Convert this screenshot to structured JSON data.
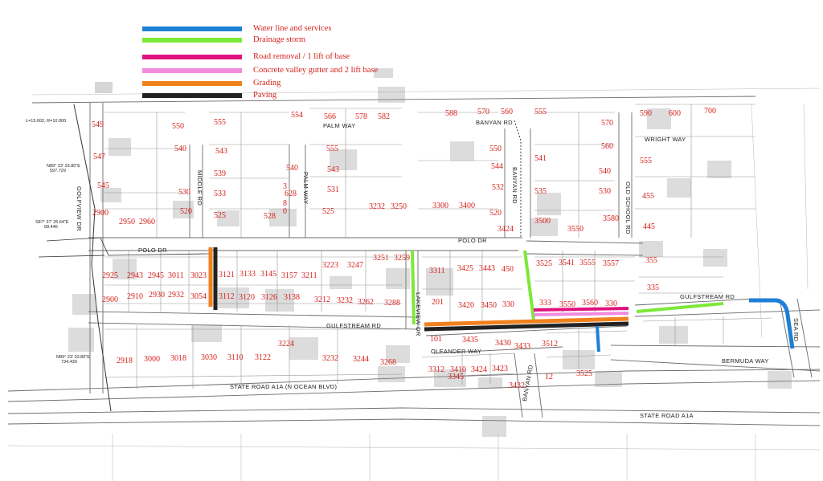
{
  "legend": [
    {
      "label": "Water line and services",
      "color": "#1e7fd6"
    },
    {
      "label": "Drainage storm",
      "color": "#7ee83a"
    },
    {
      "label": "Road removal / 1 lift of base",
      "color": "#e0137f"
    },
    {
      "label": "Concrete valley gutter and 2 lift base",
      "color": "#f28ae0"
    },
    {
      "label": "Grading",
      "color": "#f0821e"
    },
    {
      "label": "Paving",
      "color": "#222222"
    }
  ],
  "streets": {
    "palm_way_top": "PALM WAY",
    "banyan_rd_top": "BANYAN RD",
    "wright_way": "WRIGHT WAY",
    "golfview_dr": "GOLFVIEW DR",
    "middle_rd": "MIDDLE RD",
    "palm_way_vertical": "PALM WAY",
    "banyan_rd_vertical": "BANYAN RD",
    "old_school_rd": "OLD SCHOOL RD",
    "polo_dr_left": "POLO DR",
    "polo_dr_right": "POLO DR",
    "lakeview_dr": "LAKEVIEW DR",
    "gulfstream_rd_left": "GULFSTREAM RD",
    "gulfstream_rd_right": "GULFSTREAM RD",
    "oleander_way": "OLEANDER WAY",
    "bermuda_way": "BERMUDA WAY",
    "sea_rd": "SEA RD",
    "state_road_a1a_left": "STATE ROAD A1A  (N OCEAN BLVD)",
    "state_road_a1a_right": "STATE ROAD A1A",
    "banyan_rd_lower": "BANYAN RD"
  },
  "survey_notes": {
    "curve": "L=15.602,  R=10.000",
    "bearing_1": "N89° 23' 33.80\"E",
    "dist_1": "597.729",
    "bearing_2": "S87° 37' 26.64\"E",
    "dist_2": "68.446",
    "bearing_3": "N89° 23' 33.80\"E",
    "dist_3": "734.430"
  },
  "lots": [
    "549",
    "547",
    "545",
    "2900",
    "550",
    "540",
    "530",
    "555",
    "543",
    "539",
    "533",
    "520",
    "525",
    "528",
    "554",
    "566",
    "578",
    "582",
    "540",
    "543",
    "531",
    "525",
    "3",
    "628",
    "8",
    "0",
    "555",
    "3232",
    "3250",
    "3300",
    "3400",
    "588",
    "570",
    "560",
    "555",
    "550",
    "544",
    "532",
    "520",
    "541",
    "535",
    "3424",
    "3500",
    "3550",
    "570",
    "560",
    "540",
    "530",
    "3580",
    "590",
    "600",
    "700",
    "555",
    "455",
    "445",
    "2950",
    "2960",
    "2925",
    "2943",
    "2945",
    "3011",
    "3023",
    "2900",
    "2910",
    "2930",
    "2932",
    "3054",
    "3121",
    "3133",
    "3145",
    "3157",
    "3211",
    "3223",
    "3247",
    "3251",
    "3259",
    "3112",
    "3120",
    "3126",
    "3138",
    "3212",
    "3232",
    "3262",
    "3288",
    "3311",
    "3425",
    "3443",
    "450",
    "201",
    "3420",
    "3450",
    "330",
    "3525",
    "3541",
    "3555",
    "3557",
    "355",
    "335",
    "333",
    "3550",
    "3560",
    "330",
    "2918",
    "3000",
    "3018",
    "3030",
    "3110",
    "3122",
    "3224",
    "3232",
    "3244",
    "3268",
    "101",
    "3435",
    "3430",
    "3433",
    "3512",
    "3312",
    "3410",
    "3345",
    "3424",
    "3423",
    "3432",
    "12",
    "3525"
  ]
}
